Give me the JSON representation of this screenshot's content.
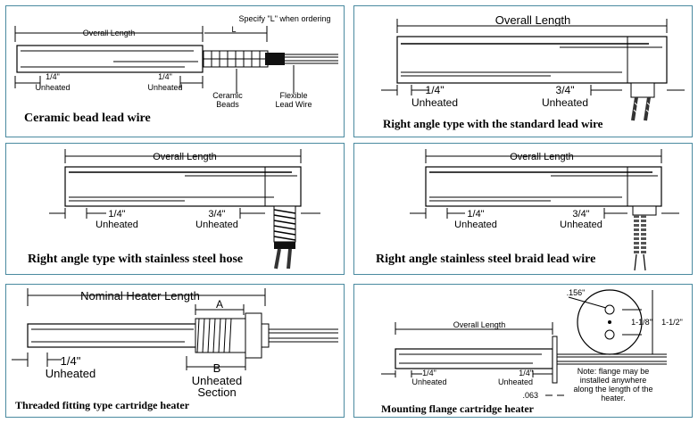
{
  "panels": [
    {
      "caption": "Ceramic bead lead wire",
      "labels": {
        "overall": "Overall Length",
        "specify": "Specify \"L\" when ordering",
        "l": "L",
        "left_dim": "1/4\"",
        "left_unheated": "Unheated",
        "right_dim": "1/4\"",
        "right_unheated": "Unheated",
        "ceramic": "Ceramic",
        "beads": "Beads",
        "flexible": "Flexible",
        "lead_wire": "Lead Wire"
      }
    },
    {
      "caption": "Right angle type with the standard lead wire",
      "labels": {
        "overall": "Overall Length",
        "left_dim": "1/4\"",
        "left_unheated": "Unheated",
        "right_dim": "3/4\"",
        "right_unheated": "Unheated"
      }
    },
    {
      "caption": "Right angle type with stainless steel hose",
      "labels": {
        "overall": "Overall Length",
        "left_dim": "1/4\"",
        "left_unheated": "Unheated",
        "right_dim": "3/4\"",
        "right_unheated": "Unheated"
      }
    },
    {
      "caption": "Right angle stainless steel braid lead wire",
      "labels": {
        "overall": "Overall Length",
        "left_dim": "1/4\"",
        "left_unheated": "Unheated",
        "right_dim": "3/4\"",
        "right_unheated": "Unheated"
      }
    },
    {
      "caption": "Threaded fitting type cartridge heater",
      "labels": {
        "nominal": "Nominal Heater Length",
        "a": "A",
        "left_dim": "1/4\"",
        "left_unheated": "Unheated",
        "b": "B",
        "unheated": "Unheated",
        "section": "Section"
      }
    },
    {
      "caption": "Mounting flange cartridge heater",
      "labels": {
        "overall": "Overall Length",
        "left_dim": "1/4\"",
        "left_unheated": "Unheated",
        "right_dim": "1/4\"",
        "right_unheated": "Unheated",
        "d156": ".156\"",
        "d118": "1-1/8\"",
        "d112": "1-1/2\"",
        "d063": ".063",
        "note1": "Note: flange may be",
        "note2": "installed anywhere",
        "note3": "along the length of the",
        "note4": "heater."
      }
    }
  ]
}
